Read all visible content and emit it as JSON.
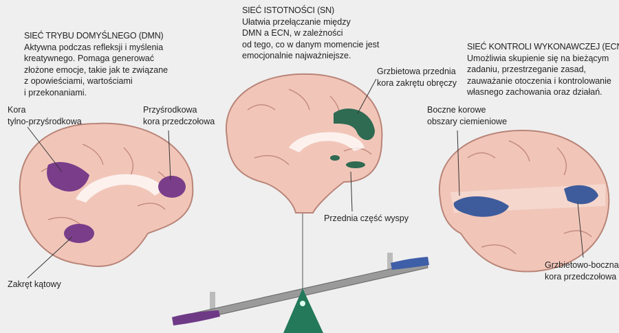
{
  "dmn": {
    "title": "SIEĆ TRYBU DOMYŚLNEGO (DMN)",
    "lines": [
      "Aktywna podczas refleksji i myślenia",
      "kreatywnego. Pomaga generować",
      "złożone emocje, takie jak te związane",
      "z opowieściami, wartościami",
      "i przekonaniami."
    ],
    "labels": {
      "posterior": [
        "Kora",
        "tylno-przyśrodkowa"
      ],
      "prefrontal": [
        "Przyśrodkowa",
        "kora przedczołowa"
      ],
      "angular": [
        "Zakręt kątowy"
      ]
    }
  },
  "sn": {
    "title": "SIEĆ ISTOTNOŚCI (SN)",
    "lines": [
      "Ułatwia przełączanie między",
      "DMN a ECN, w zależności",
      "od tego, co w danym momencie jest",
      "emocjonalnie najważniejsze."
    ],
    "labels": {
      "cingulate": [
        "Grzbietowa przednia",
        "kora zakrętu obręczy"
      ],
      "insula": [
        "Przednia część wyspy"
      ]
    }
  },
  "ecn": {
    "title": "SIEĆ KONTROLI WYKONAWCZEJ (ECN)",
    "lines": [
      "Umożliwia skupienie się na bieżącym",
      "zadaniu, przestrzeganie zasad,",
      "zauważanie otoczenia i kontrolowanie",
      "własnego zachowania oraz działań."
    ],
    "labels": {
      "parietal": [
        "Boczne korowe",
        "obszary ciemieniowe"
      ],
      "dlpfc": [
        "Grzbietowo-boczna",
        "kora przedczołowa"
      ]
    }
  },
  "colors": {
    "dmn": "#7a3d8a",
    "sn": "#2f6a52",
    "ecn": "#3e5c9c",
    "brain": "#f1c6b9",
    "fulcrum": "#23795a"
  }
}
